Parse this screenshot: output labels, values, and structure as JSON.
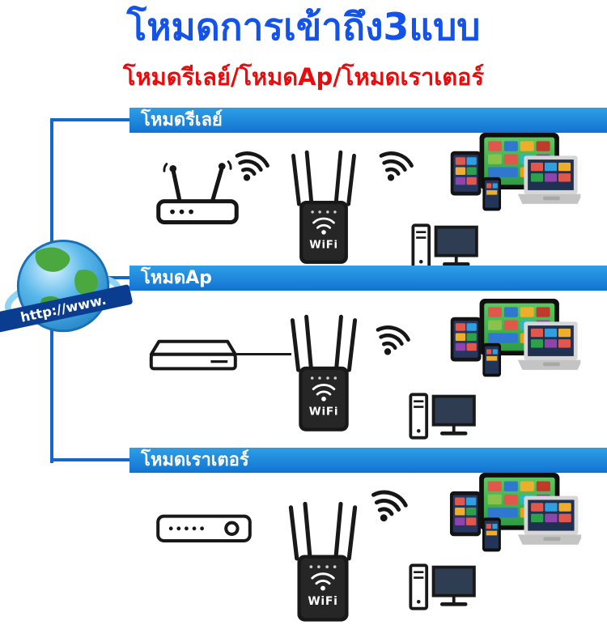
{
  "colors": {
    "title_blue": "#1453ea",
    "subtitle_red": "#e80c0c",
    "banner_from": "#2e9fe6",
    "banner_to": "#1173d2",
    "connector": "#1668c8",
    "device_dark": "#191919"
  },
  "header": {
    "title": "โหมดการเข้าถึง3แบบ",
    "subtitle": "โหมดรีเลย์/โหมดAp/โหมดเราเตอร์"
  },
  "globe": {
    "label": "http://www.",
    "icon": "globe-icon"
  },
  "repeater": {
    "label": "WiFi",
    "icon": "wifi-repeater-icon"
  },
  "sections": [
    {
      "id": "relay",
      "label": "โหมดรีเลย์",
      "source_icon": "wireless-router-icon",
      "link": "wifi-signal-icon"
    },
    {
      "id": "ap",
      "label": "โหมดAp",
      "source_icon": "modem-box-icon",
      "link": "cable-line"
    },
    {
      "id": "router",
      "label": "โหมดเราเตอร์",
      "source_icon": "modem-front-icon",
      "link": "wifi-signal-icon"
    }
  ]
}
